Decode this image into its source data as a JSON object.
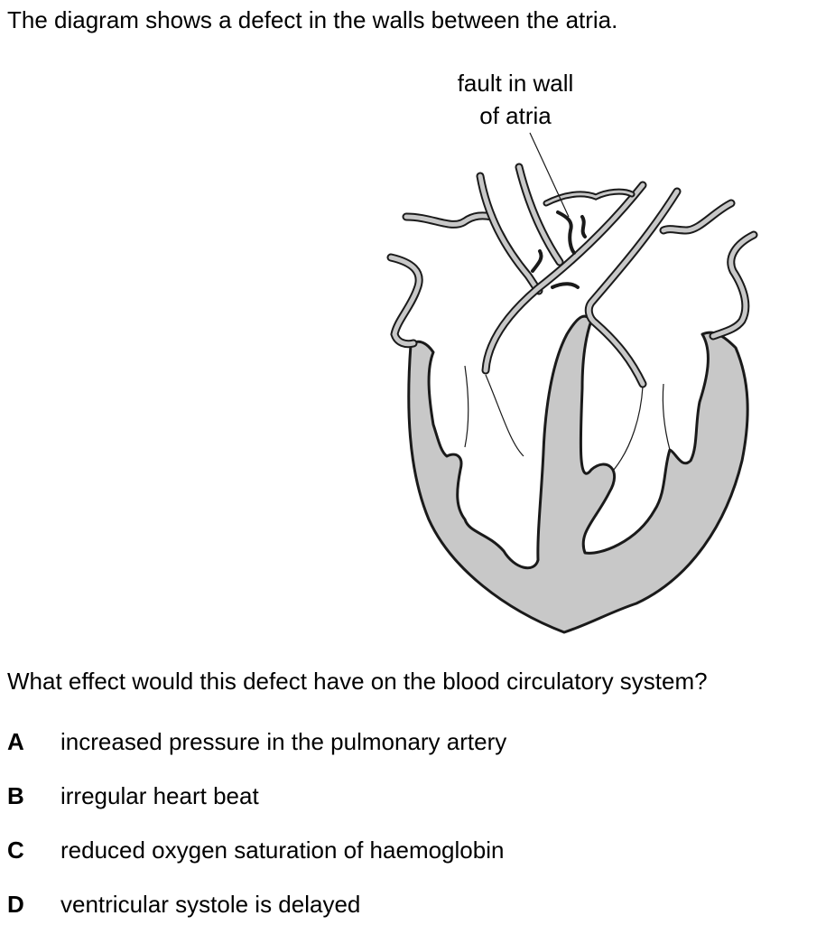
{
  "intro_text": "The diagram shows a defect in the walls between the atria.",
  "diagram": {
    "label_lines": [
      "fault in wall",
      "of atria"
    ]
  },
  "question": "What effect would this defect have on the blood circulatory system?",
  "options": [
    {
      "letter": "A",
      "text": "increased pressure in the pulmonary artery"
    },
    {
      "letter": "B",
      "text": "irregular heart beat"
    },
    {
      "letter": "C",
      "text": "reduced oxygen saturation of haemoglobin"
    },
    {
      "letter": "D",
      "text": "ventricular systole is delayed"
    }
  ]
}
